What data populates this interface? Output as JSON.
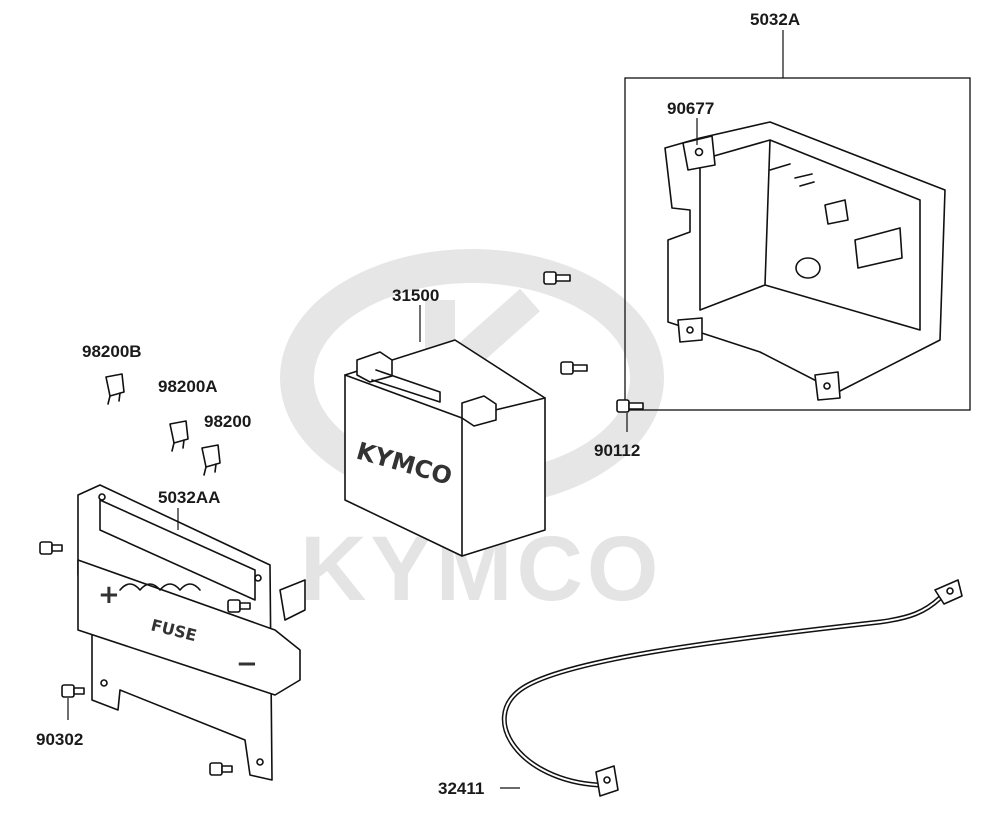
{
  "watermark": {
    "brand": "KYMCO"
  },
  "parts": {
    "battery_box": "5032A",
    "box_bolt": "90677",
    "battery": "31500",
    "battery_bolt": "90112",
    "fuse_b": "98200B",
    "fuse_a": "98200A",
    "fuse": "98200",
    "fuse_holder_plate": "5032AA",
    "plate_bolt": "90302",
    "cable": "32411"
  },
  "markings": {
    "battery_brand": "KYMCO",
    "fuse_label": "FUSE",
    "plus": "+",
    "minus": "−"
  }
}
